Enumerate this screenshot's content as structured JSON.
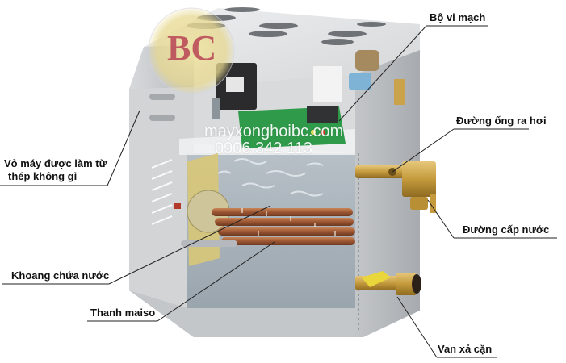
{
  "diagram": {
    "subject": "Steam generator (máy xông hơi) cutaway",
    "labels": [
      {
        "id": "circuit-board",
        "text": "Bộ vi mạch"
      },
      {
        "id": "steam-outlet",
        "text": "Đường ống ra hơi"
      },
      {
        "id": "water-inlet",
        "text": "Đường cấp nước"
      },
      {
        "id": "drain-valve",
        "text": "Van xả cặn"
      },
      {
        "id": "housing",
        "line1": "Vỏ máy được làm từ",
        "line2": "thép không gỉ"
      },
      {
        "id": "water-tank",
        "text": "Khoang chứa nước"
      },
      {
        "id": "heating-element",
        "text": "Thanh maiso"
      }
    ],
    "watermark": {
      "site": "mayxonghoibc.com",
      "phone": "0906 342 113",
      "logo_letters": "BC"
    },
    "colors": {
      "background": "#ffffff",
      "steel": "#c9cbcd",
      "steel_dark": "#9ea2a6",
      "water": "#a9b3bb",
      "copper": "#a5623a",
      "brass": "#c9a24a",
      "pcb": "#2f9a4a",
      "valve_handle": "#e9d63a",
      "leader_line": "#222222",
      "logo_gold": "#e9dc9a",
      "logo_red": "#b2304a"
    }
  }
}
